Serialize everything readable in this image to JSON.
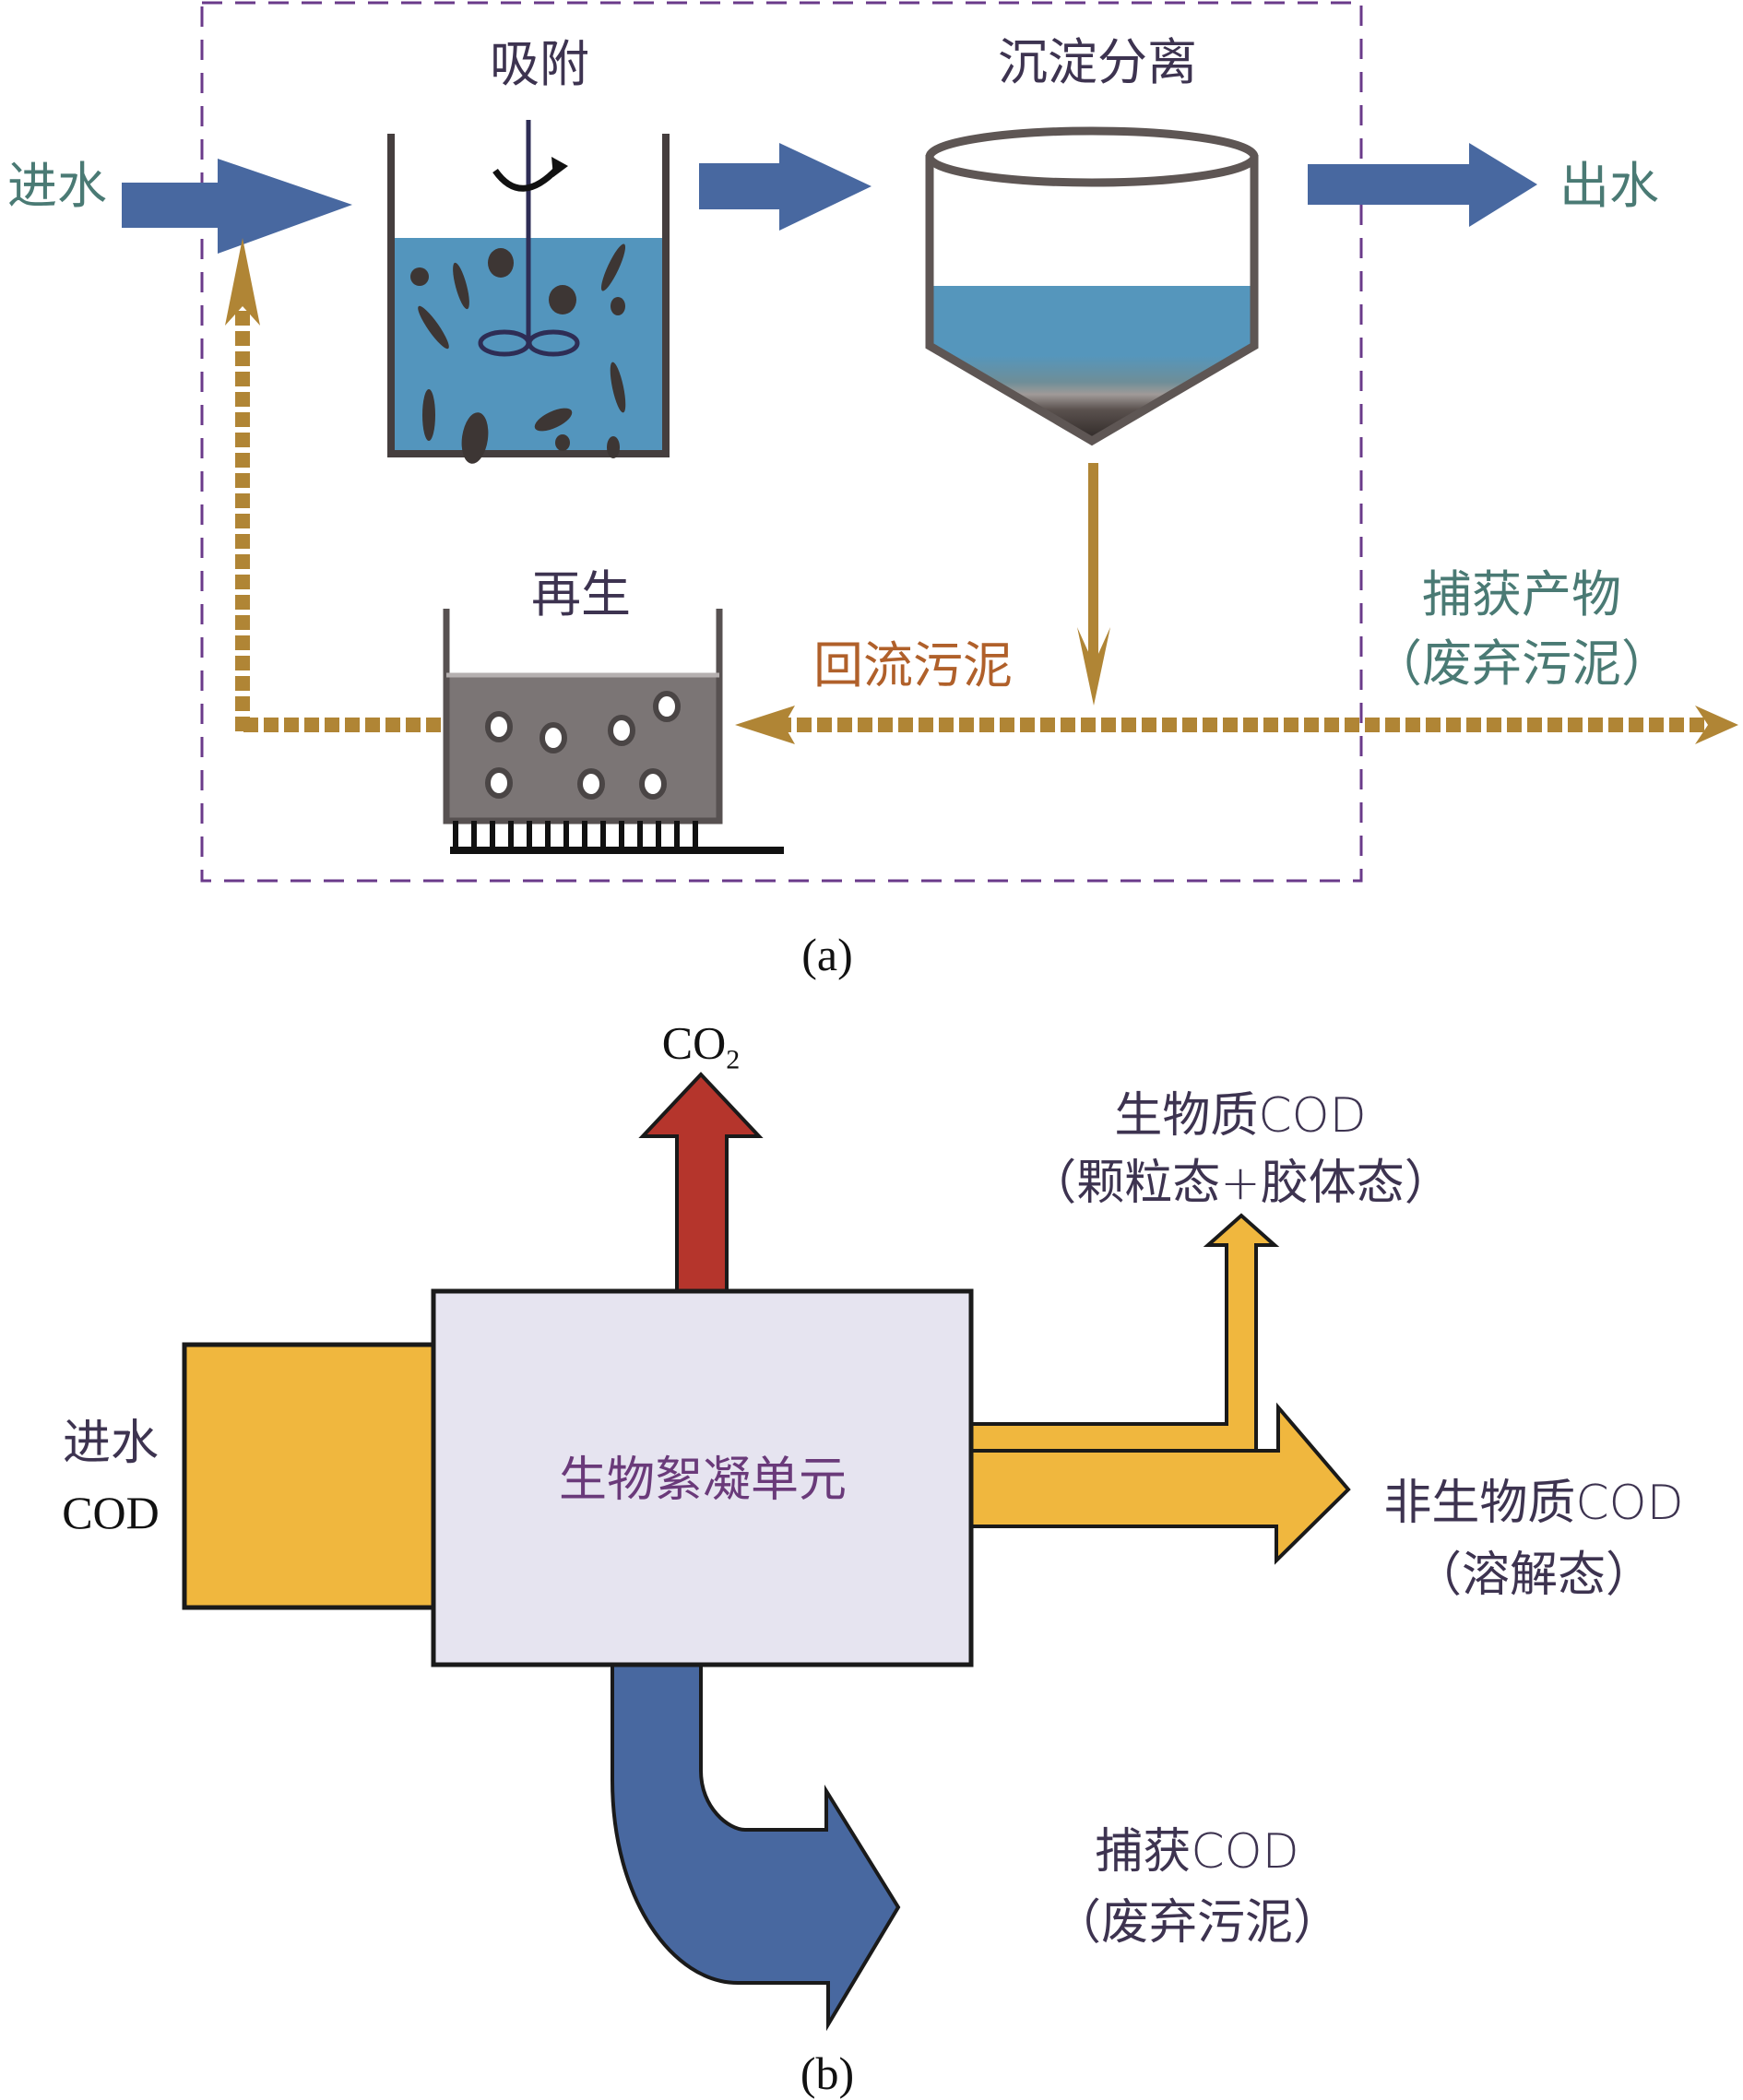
{
  "panel_a": {
    "caption": "(a)",
    "inflow_label": "进水",
    "outflow_label": "出水",
    "adsorption_label": "吸附",
    "settling_label": "沉淀分离",
    "regeneration_label": "再生",
    "return_sludge_label": "回流污泥",
    "captured_product_label": "捕获产物",
    "waste_sludge_label": "（废弃污泥）",
    "colors": {
      "flow_arrow": "#4868a0",
      "sludge_arrow": "#b08535",
      "boundary": "#6a3a8a",
      "water": "#5395bd",
      "tank_wall": "#4a4444"
    }
  },
  "panel_b": {
    "caption": "(b)",
    "co2_label": "CO",
    "co2_sub": "2",
    "unit_label": "生物絮凝单元",
    "inflow_line1": "进水",
    "inflow_line2": "COD",
    "biomass_line1": "生物质COD",
    "biomass_line2": "（颗粒态+胶体态）",
    "nonbiomass_line1": "非生物质COD",
    "nonbiomass_line2": "（溶解态）",
    "captured_line1": "捕获COD",
    "captured_line2": "（废弃污泥）",
    "colors": {
      "co2_arrow": "#b5352c",
      "cod_yellow": "#f0b73e",
      "unit_box": "#e6e4f0",
      "captured_arrow": "#4868a0"
    }
  }
}
